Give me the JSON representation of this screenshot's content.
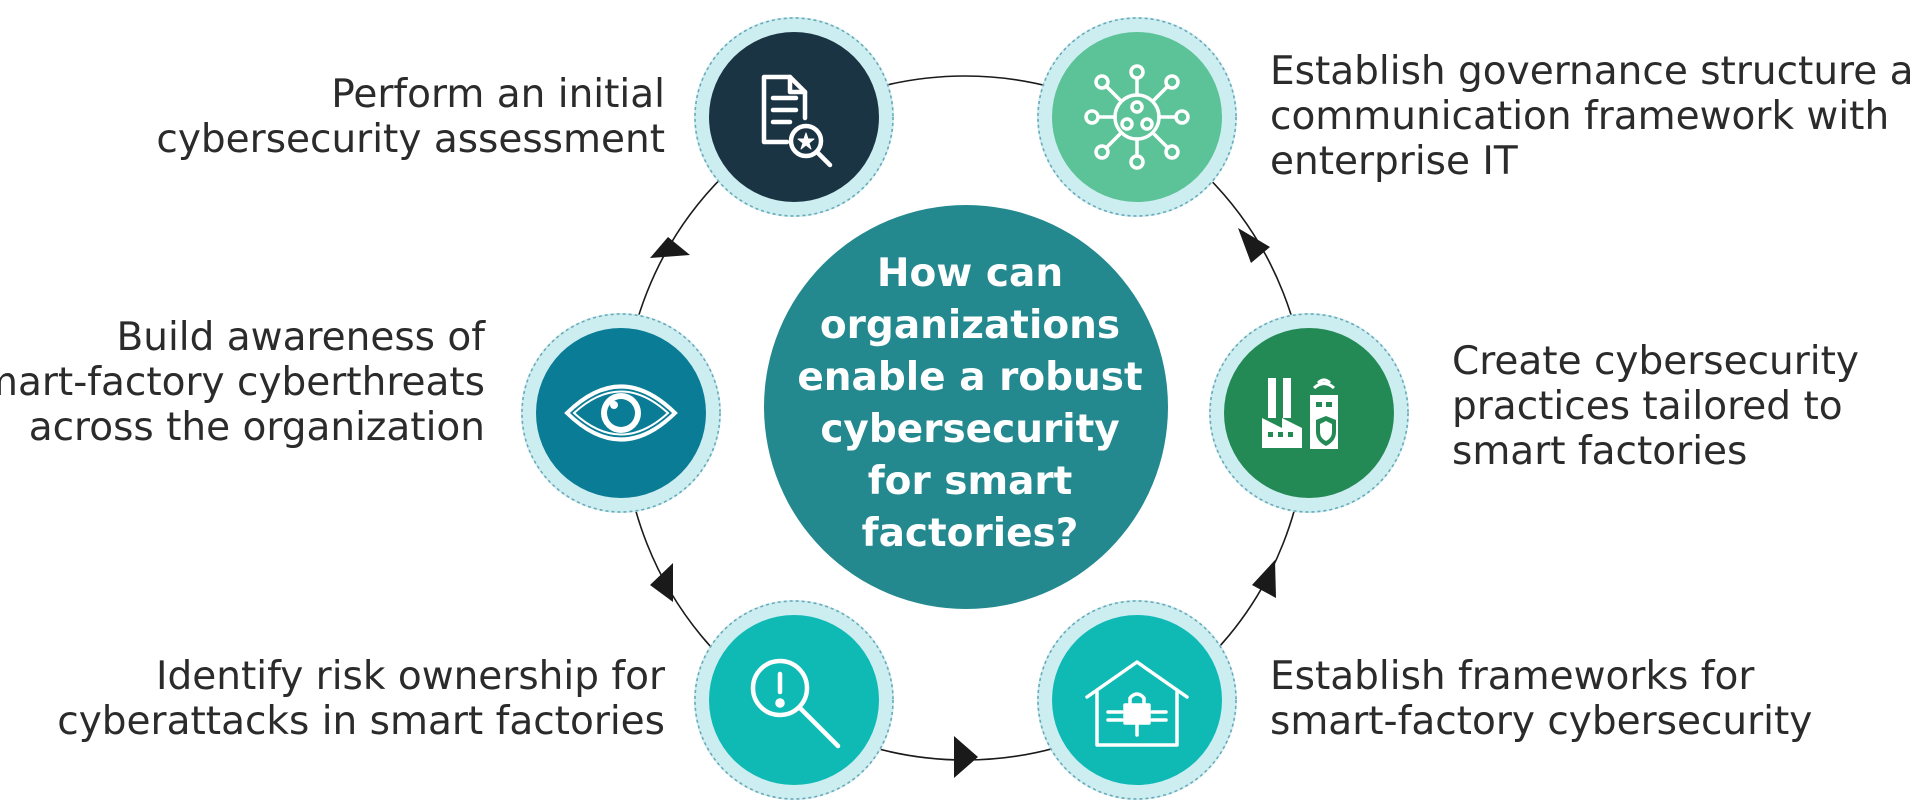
{
  "center_question": [
    "How can",
    "organizations",
    "enable a robust",
    "cybersecurity",
    "for smart",
    "factories?"
  ],
  "steps": {
    "assessment": {
      "lines": [
        "Perform an initial",
        "cybersecurity assessment"
      ],
      "icon": "document-search-icon",
      "color": "#1b3444"
    },
    "governance": {
      "lines": [
        "Establish governance structure and",
        "communication framework with",
        "enterprise IT"
      ],
      "icon": "network-people-icon",
      "color": "#5cc297"
    },
    "practices": {
      "lines": [
        "Create cybersecurity",
        "practices tailored to",
        "smart factories"
      ],
      "icon": "factory-shield-icon",
      "color": "#238a55"
    },
    "frameworks": {
      "lines": [
        "Establish frameworks for",
        "smart-factory cybersecurity"
      ],
      "icon": "house-lock-icon",
      "color": "#0fbab5"
    },
    "risk": {
      "lines": [
        "Identify risk ownership for",
        "cyberattacks in smart factories"
      ],
      "icon": "magnifier-alert-icon",
      "color": "#0fbab5"
    },
    "awareness": {
      "lines": [
        "Build awareness of",
        "smart-factory cyberthreats",
        "across the organization"
      ],
      "icon": "eye-icon",
      "color": "#0a7c95"
    }
  },
  "colors": {
    "center": "#23898f",
    "halo": "#cdeef1",
    "ring_line": "#1a1a1a",
    "text": "#2b2b2b"
  }
}
